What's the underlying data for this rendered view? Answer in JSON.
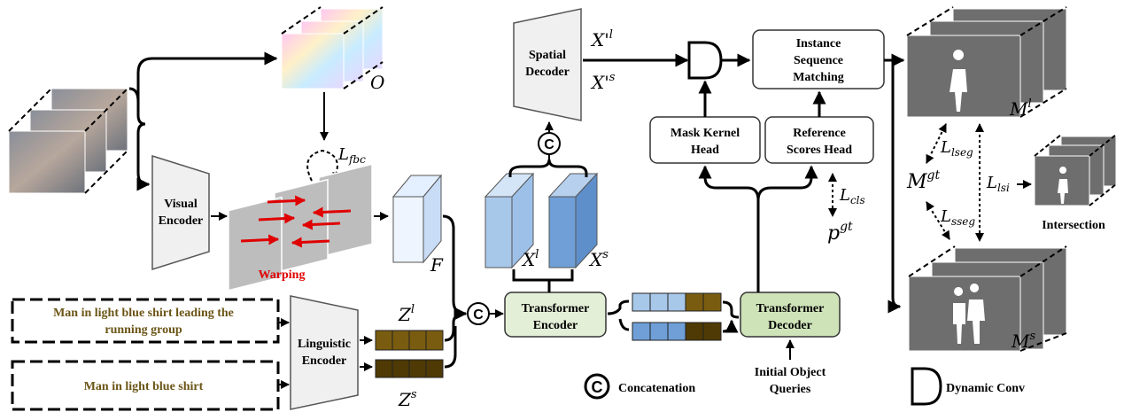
{
  "colors": {
    "warping_label": "#e00000",
    "query_text": "#6b5516",
    "box_green": "#e4efd8",
    "lang_light": "#7a5c10",
    "lang_dark": "#4f3a06",
    "cube_light": "#a8c8ea",
    "cube_dark": "#6f9fd6",
    "mask_bg": "#6e6e6e"
  },
  "inputs": {
    "query_long_line1": "Man in light blue shirt leading the",
    "query_long_line2": "running group",
    "query_short": "Man in light blue shirt"
  },
  "modules": {
    "visual_encoder": [
      "Visual",
      "Encoder"
    ],
    "linguistic_encoder": [
      "Linguistic",
      "Encoder"
    ],
    "spatial_decoder": [
      "Spatial",
      "Decoder"
    ],
    "transformer_encoder": [
      "Transformer",
      "Encoder"
    ],
    "transformer_decoder": [
      "Transformer",
      "Decoder"
    ],
    "mask_kernel_head": [
      "Mask Kernel",
      "Head"
    ],
    "reference_scores_head": [
      "Reference",
      "Scores Head"
    ],
    "instance_sequence_matching": [
      "Instance",
      "Sequence",
      "Matching"
    ],
    "initial_object_queries": [
      "Initial Object",
      "Queries"
    ]
  },
  "labels": {
    "warping": "Warping",
    "intersection": "Intersection",
    "concat_symbol": "C",
    "concatenation": "Concatenation",
    "dynamic_conv": "Dynamic Conv"
  },
  "math": {
    "flow": "O",
    "l_fbc_main": "L",
    "l_fbc_sub": "fbc",
    "feature": "F",
    "z_main": "Z",
    "z_l_sup": "l",
    "z_s_sup": "s",
    "x_main": "X",
    "x_l_sup": "l",
    "x_s_sup": "s",
    "xp_l": "X'",
    "xp_l_sup": "l",
    "xp_s": "X'",
    "xp_s_sup": "s",
    "m_main": "M",
    "m_l_sup": "l",
    "m_s_sup": "s",
    "mgt_main": "M",
    "mgt_sup": "gt",
    "l_main": "L",
    "l_lseg_sub": "lseg",
    "l_sseg_sub": "sseg",
    "l_lsi_sub": "lsi",
    "l_cls_sub": "cls",
    "p_main": "p",
    "p_sup": "gt"
  }
}
